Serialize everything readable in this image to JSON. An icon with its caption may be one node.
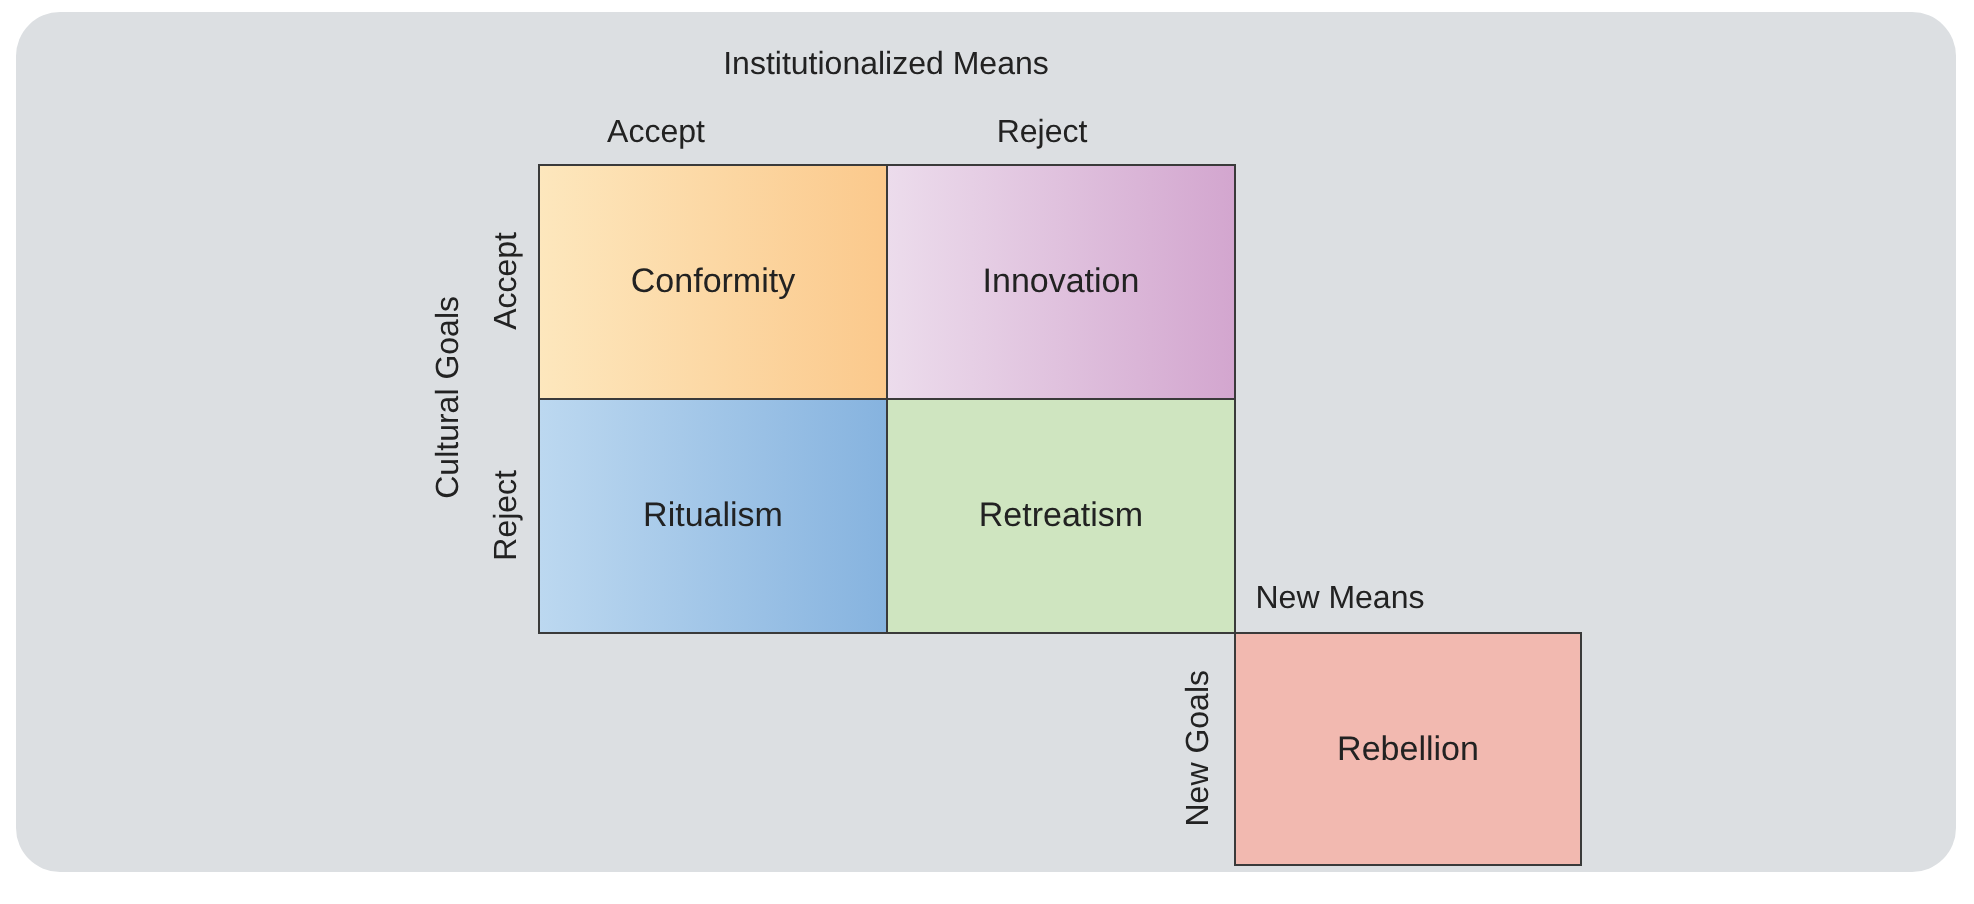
{
  "diagram": {
    "nodes": [
      {
        "text": [
          "Conformity"
        ]
      },
      {
        "text": [
          "Innovation"
        ]
      },
      {
        "text": [
          "Ritualism"
        ]
      },
      {
        "text": [
          "Retreatism"
        ]
      },
      {
        "text": [
          "Rebellion"
        ]
      }
    ],
    "labels": [
      "Institutionalized Means",
      "Accept",
      "Reject",
      "Cultural Goals",
      "Accept",
      "Reject",
      "New Means",
      "New Goals"
    ]
  }
}
